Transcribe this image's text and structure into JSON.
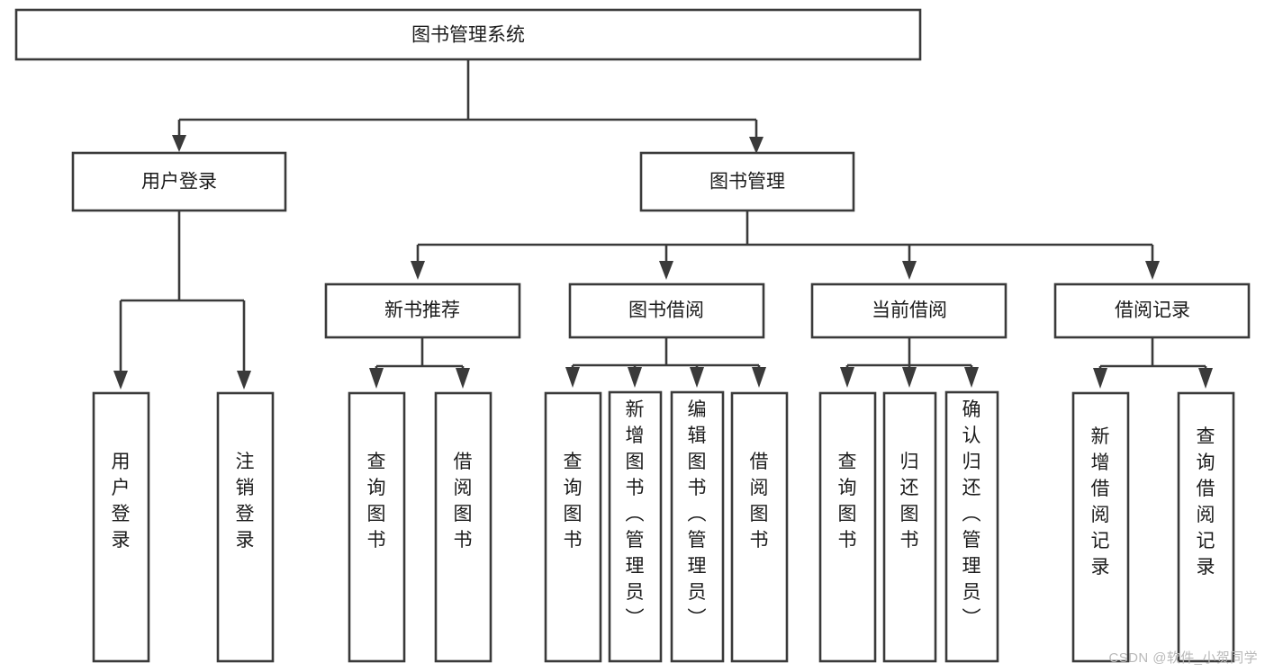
{
  "diagram": {
    "type": "hierarchy-tree",
    "title": "图书管理系统",
    "watermark": "CSDN @软件_小贺同学",
    "colors": {
      "stroke": "#3a3a3a",
      "fill": "#ffffff",
      "text": "#1b1b1b",
      "watermark": "#b9b9b9"
    },
    "root": {
      "label": "图书管理系统"
    },
    "level2": [
      {
        "label": "用户登录"
      },
      {
        "label": "图书管理"
      }
    ],
    "level3": [
      {
        "label": "新书推荐"
      },
      {
        "label": "图书借阅"
      },
      {
        "label": "当前借阅"
      },
      {
        "label": "借阅记录"
      }
    ],
    "leaves": {
      "user_login": [
        {
          "label": "用户登录"
        },
        {
          "label": "注销登录"
        }
      ],
      "new_book_recommend": [
        {
          "label": "查询图书"
        },
        {
          "label": "借阅图书"
        }
      ],
      "book_borrow": [
        {
          "label": "查询图书"
        },
        {
          "label": "新增图书（管理员）"
        },
        {
          "label": "编辑图书（管理员）"
        },
        {
          "label": "借阅图书"
        }
      ],
      "current_borrow": [
        {
          "label": "查询图书"
        },
        {
          "label": "归还图书"
        },
        {
          "label": "确认归还（管理员）"
        }
      ],
      "borrow_record": [
        {
          "label": "新增借阅记录"
        },
        {
          "label": "查询借阅记录"
        }
      ]
    }
  }
}
